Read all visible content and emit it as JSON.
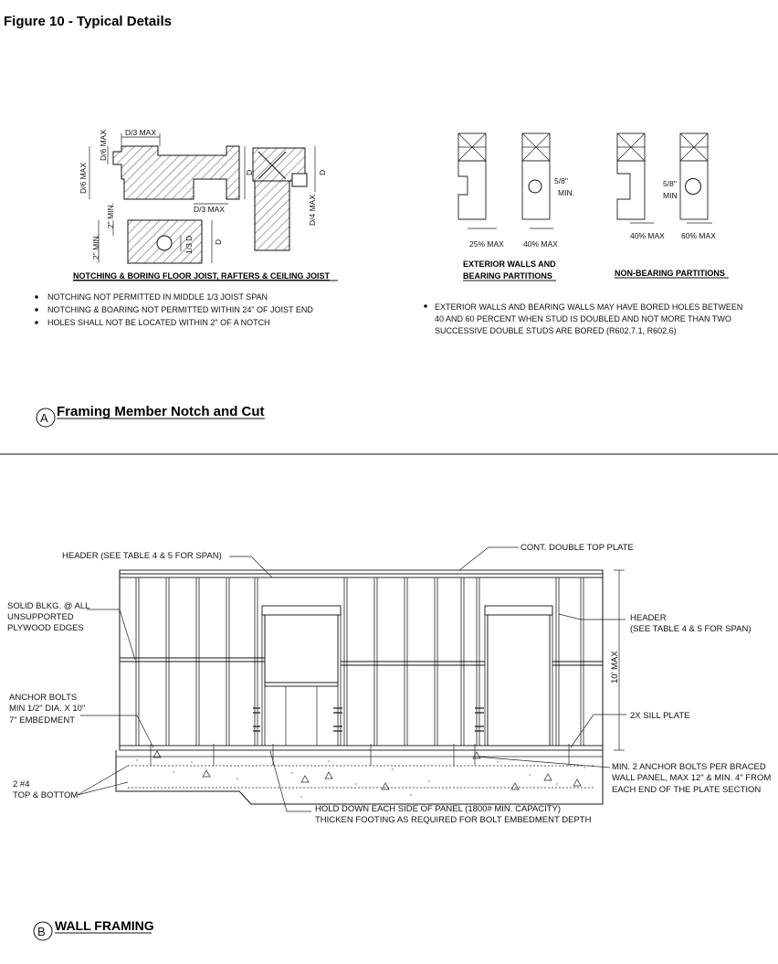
{
  "title": "Figure 10 - Typical Details",
  "detail_a": {
    "letter": "A",
    "title": "Framing Member Notch and Cut",
    "joist": {
      "caption": "NOTCHING & BORING FLOOR JOIST, RAFTERS & CEILING JOIST",
      "dims": {
        "d3max_top": "D/3 MAX",
        "d6max_top": "D/6 MAX",
        "d6max_left": "D/6 MAX",
        "d3max_bottom": "D/3 MAX",
        "d_right": "D",
        "d4max": "D/4 MAX",
        "d_right2": "D",
        "min2_a": "2\" MIN.",
        "min2_b": "2\" MIN.",
        "d3_hole": "1/3 D",
        "d_bore": "D"
      },
      "notes": [
        "NOTCHING NOT PERMITTED IN MIDDLE 1/3 JOIST SPAN",
        "NOTCHING & BOARING NOT PERMITTED WITHIN 24\" OF JOIST END",
        "HOLES SHALL NOT BE LOCATED WITHIN 2\" OF A NOTCH"
      ]
    },
    "exterior": {
      "caption_1": "EXTERIOR WALLS AND",
      "caption_2": "BEARING PARTITIONS",
      "notch_pct": "25% MAX",
      "bore_pct": "40% MAX",
      "min_label_1": "5/8\"",
      "min_label_2": "MIN."
    },
    "non_bearing": {
      "caption": "NON-BEARING PARTITIONS",
      "notch_pct": "40% MAX",
      "bore_pct": "60% MAX",
      "min_label_1": "5/8\"",
      "min_label_2": "MIN"
    },
    "stud_note_lines": [
      "EXTERIOR WALLS AND BEARING WALLS MAY HAVE BORED HOLES BETWEEN",
      "40 AND 60 PERCENT WHEN STUD IS DOUBLED AND NOT MORE THAN TWO",
      "SUCCESSIVE DOUBLE STUDS ARE BORED (R602.7.1, R602.6)"
    ]
  },
  "detail_b": {
    "letter": "B",
    "title": "WALL FRAMING",
    "labels": {
      "header_left": "HEADER (SEE TABLE 4 & 5 FOR SPAN)",
      "top_plate": "CONT. DOUBLE TOP PLATE",
      "solid_blkg_1": "SOLID BLKG. @ ALL",
      "solid_blkg_2": "UNSUPPORTED",
      "solid_blkg_3": "PLYWOOD EDGES",
      "header_right_1": "HEADER",
      "header_right_2": "(SEE TABLE 4 & 5 FOR SPAN)",
      "height": "10' MAX",
      "anchor_1": "ANCHOR BOLTS",
      "anchor_2": "MIN 1/2\" DIA. X 10\"",
      "anchor_3": "7\" EMBEDMENT",
      "sill": "2X  SILL PLATE",
      "rebar_1": "2 #4",
      "rebar_2": "TOP & BOTTOM",
      "braced_1": "MIN. 2 ANCHOR BOLTS PER BRACED",
      "braced_2": "WALL PANEL, MAX 12\" & MIN. 4\" FROM",
      "braced_3": "EACH END OF THE PLATE SECTION",
      "hold_down_1": "HOLD DOWN EACH SIDE OF PANEL (1800# MIN. CAPACITY)",
      "hold_down_2": "THICKEN FOOTING AS REQUIRED FOR BOLT EMBEDMENT DEPTH"
    }
  }
}
